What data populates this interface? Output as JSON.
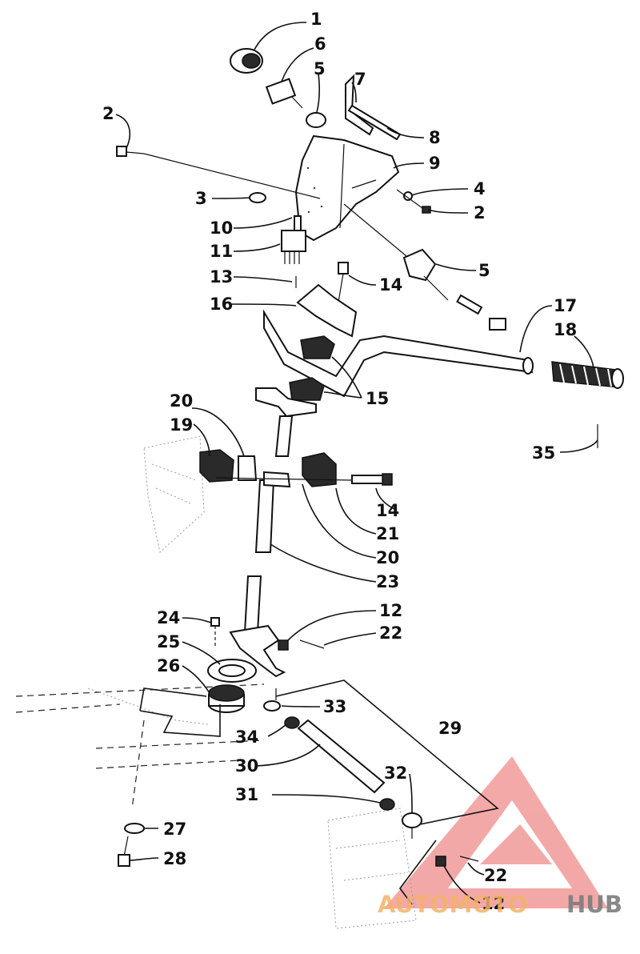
{
  "callouts": [
    "1",
    "2",
    "5",
    "6",
    "7",
    "8",
    "9",
    "2",
    "3",
    "4",
    "10",
    "11",
    "5",
    "13",
    "14",
    "16",
    "17",
    "18",
    "15",
    "20",
    "19",
    "35",
    "14",
    "21",
    "20",
    "23",
    "24",
    "12",
    "22",
    "25",
    "26",
    "33",
    "29",
    "34",
    "30",
    "32",
    "31",
    "27",
    "28",
    "22",
    "12"
  ],
  "watermark": {
    "word_colored": "AUTOMOTO",
    "word_gray": "HUB",
    "colored_hex": "#f4b26a",
    "gray_hex": "#7d7d7d",
    "triangle_hex": "#f08c8c"
  }
}
